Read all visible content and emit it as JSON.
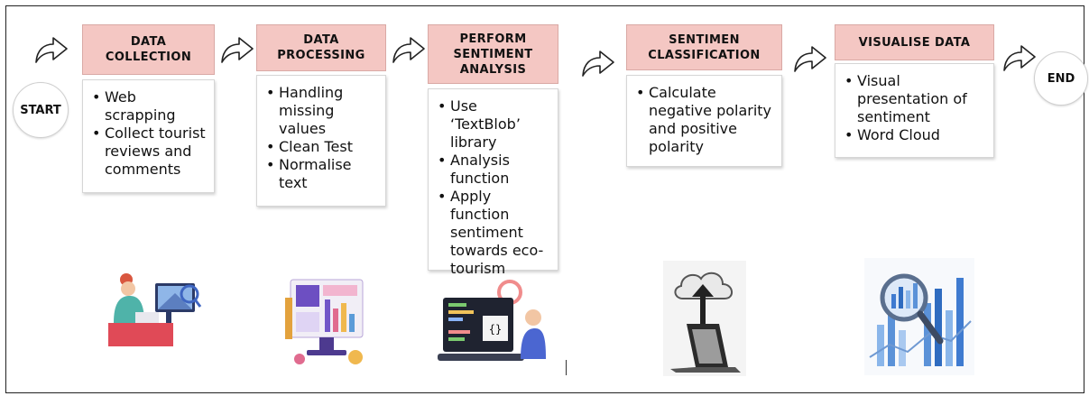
{
  "start_label": "START",
  "end_label": "END",
  "steps": [
    {
      "title": "DATA\nCOLLECTION",
      "bullets": [
        "Web scrapping",
        "Collect tourist reviews and comments"
      ]
    },
    {
      "title": "DATA\nPROCESSING",
      "bullets": [
        "Handling missing values",
        "Clean Test",
        "Normalise text"
      ]
    },
    {
      "title": "PERFORM\nSENTIMENT\nANALYSIS",
      "bullets": [
        "Use ‘TextBlob’ library",
        "Analysis function",
        "Apply function sentiment towards eco-tourism"
      ]
    },
    {
      "title": "SENTIMEN\nCLASSIFICATION",
      "bullets": [
        "Calculate negative polarity and positive polarity"
      ]
    },
    {
      "title": "VISUALISE DATA",
      "bullets": [
        "Visual presentation of sentiment",
        "Word Cloud"
      ]
    }
  ],
  "illustration_icons": [
    "person-laptop-icon",
    "dashboard-monitor-icon",
    "code-screen-icon",
    "cloud-upload-laptop-icon",
    "magnifier-chart-icon"
  ],
  "colors": {
    "header_fill": "#f4c7c3",
    "header_border": "#d9a9a5",
    "border": "#222222"
  }
}
